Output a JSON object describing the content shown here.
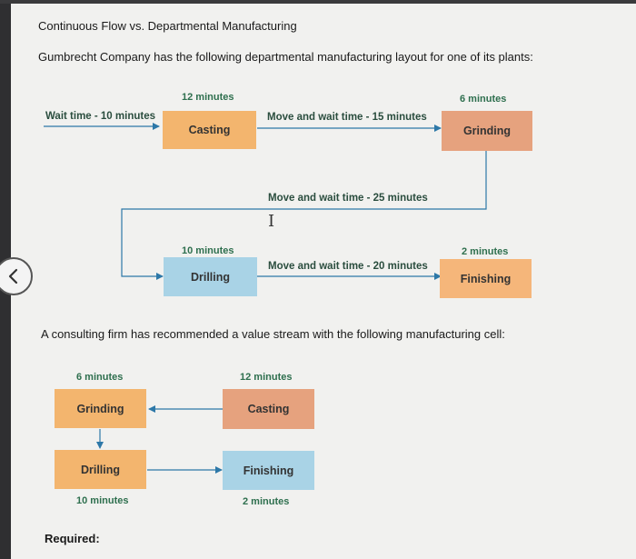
{
  "document": {
    "heading": "Continuous Flow vs. Departmental Manufacturing",
    "intro": "Gumbrecht Company has the following departmental manufacturing layout for one of its plants:",
    "consulting_text": "A consulting firm has recommended a value stream with the following manufacturing cell:",
    "required_label": "Required:"
  },
  "departmental_layout": {
    "wait_start": "Wait time - 10 minutes",
    "casting": {
      "label": "Casting",
      "time": "12 minutes"
    },
    "move_casting_grinding": "Move and wait time - 15 minutes",
    "grinding": {
      "label": "Grinding",
      "time": "6 minutes"
    },
    "move_grinding_drilling": "Move and wait time - 25 minutes",
    "drilling": {
      "label": "Drilling",
      "time": "10 minutes"
    },
    "move_drilling_finishing": "Move and wait time - 20 minutes",
    "finishing": {
      "label": "Finishing",
      "time": "2 minutes"
    }
  },
  "manufacturing_cell": {
    "grinding": {
      "label": "Grinding",
      "time": "6 minutes"
    },
    "casting": {
      "label": "Casting",
      "time": "12 minutes"
    },
    "drilling": {
      "label": "Drilling",
      "time": "10 minutes"
    },
    "finishing": {
      "label": "Finishing",
      "time": "2 minutes"
    }
  },
  "colors": {
    "arrow": "#2d78a8",
    "time_label": "#2e6f4e"
  },
  "icons": {
    "back": "chevron-left-icon",
    "cursor": "text-cursor-icon"
  }
}
